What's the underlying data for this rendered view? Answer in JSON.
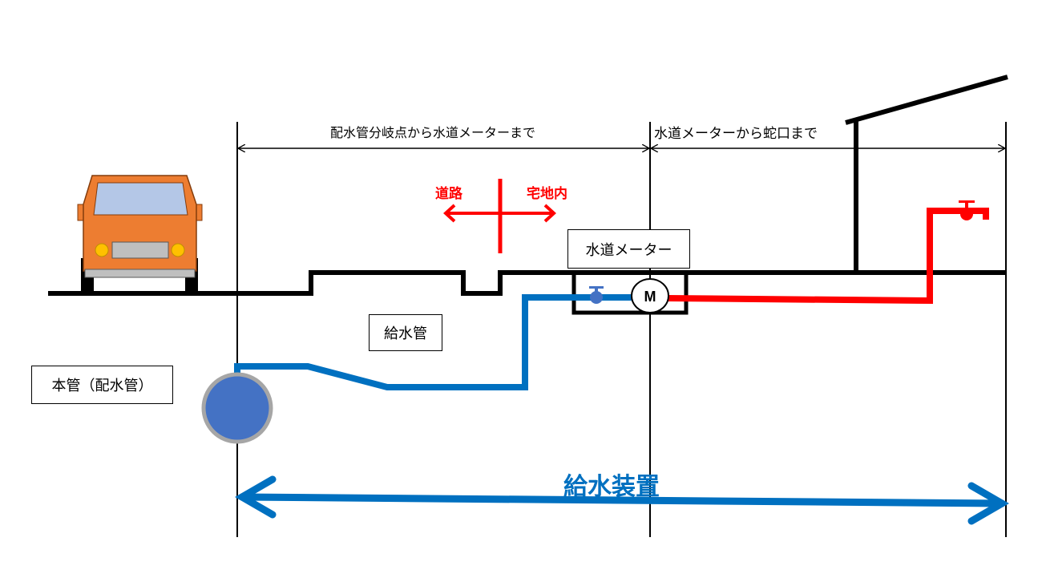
{
  "labels": {
    "span_left": "配水管分岐点から水道メーターまで",
    "span_right": "水道メーターから蛇口まで",
    "road": "道路",
    "premises": "宅地内",
    "meter_box": "水道メーター",
    "meter_symbol": "M",
    "service_pipe": "給水管",
    "main_pipe": "本管（配水管）",
    "supply_equipment": "給水装置"
  },
  "colors": {
    "supply_blue": "#0070C0",
    "main_pipe_fill": "#4472C4",
    "hot_red": "#FF0000",
    "car_orange": "#ED7D31"
  }
}
